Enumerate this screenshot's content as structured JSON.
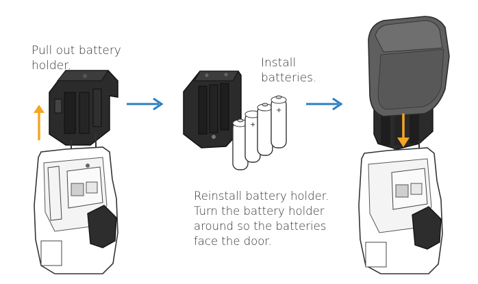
{
  "steps": {
    "step1": {
      "caption_lines": [
        "Pull out battery",
        "holder."
      ]
    },
    "step2": {
      "caption_lines": [
        "Install",
        "batteries."
      ]
    },
    "step3": {
      "caption_lines": [
        "Reinstall battery holder.",
        "Turn the battery holder",
        "around so the batteries",
        "face the door."
      ]
    }
  },
  "colors": {
    "up_arrow": "#F5A623",
    "down_arrow": "#F5A623",
    "flow_arrow": "#2A7FC1",
    "lock_body": "#ffffff",
    "holder_dark": "#2b2b2b",
    "cover_gray": "#5f5f5f"
  },
  "icons": {
    "step_arrow": "arrow-right-icon",
    "lift": "arrow-up-icon",
    "insert": "arrow-down-icon"
  }
}
